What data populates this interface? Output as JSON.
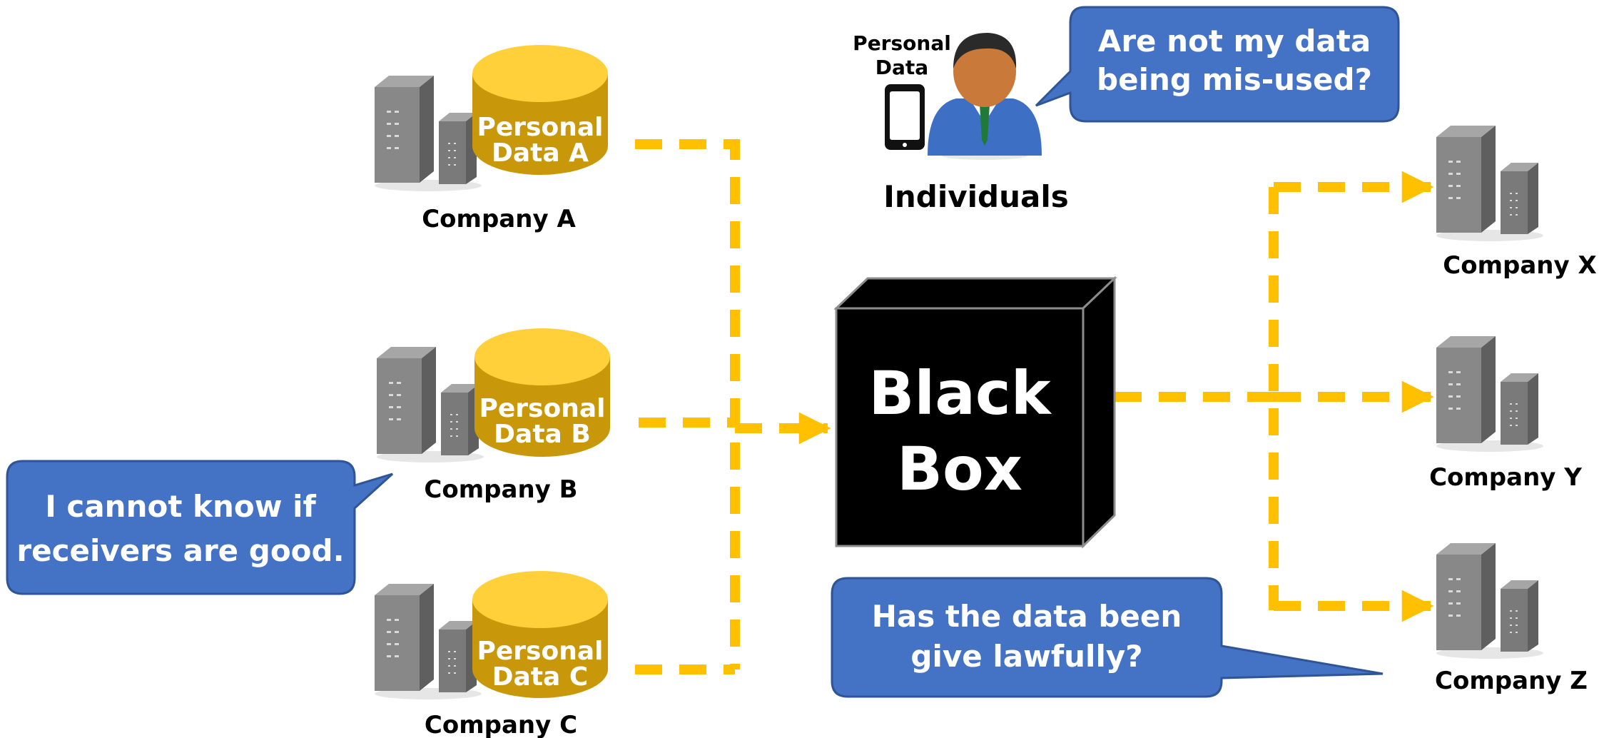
{
  "sources": [
    {
      "company": "Company A",
      "db_line1": "Personal",
      "db_line2": "Data A"
    },
    {
      "company": "Company B",
      "db_line1": "Personal",
      "db_line2": "Data B"
    },
    {
      "company": "Company C",
      "db_line1": "Personal",
      "db_line2": "Data C"
    }
  ],
  "receivers": [
    {
      "company": "Company X"
    },
    {
      "company": "Company Y"
    },
    {
      "company": "Company Z"
    }
  ],
  "black_box": {
    "line1": "Black",
    "line2": "Box"
  },
  "individuals": {
    "label": "Individuals",
    "data_line1": "Personal",
    "data_line2": "Data"
  },
  "bubbles": {
    "individual": {
      "line1": "Are not my data",
      "line2": "being mis-used?"
    },
    "sender": {
      "line1": "I cannot know if",
      "line2": "receivers are good."
    },
    "lawful": {
      "line1": "Has the data been",
      "line2": "give lawfully?"
    }
  },
  "colors": {
    "flow": "#FFC000",
    "bubble": "#4472C4",
    "database": "#C9980A",
    "database_top": "#FFD03A",
    "server": "#7F7F7F",
    "box": "#000000"
  },
  "icons": [
    "server-icon",
    "database-icon",
    "person-icon",
    "smartphone-icon"
  ]
}
